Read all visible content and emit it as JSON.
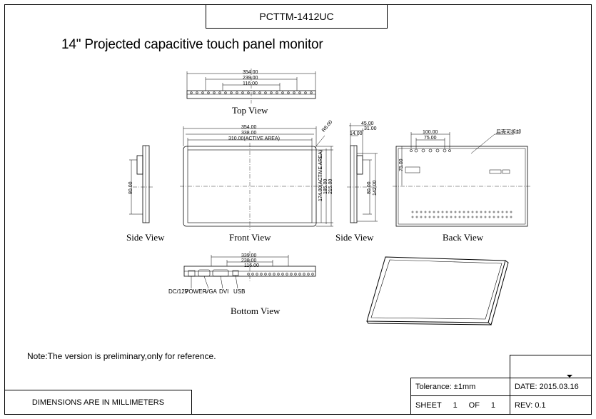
{
  "title_block": {
    "model": "PCTTM-1412UC",
    "heading": "14\" Projected capacitive touch panel monitor",
    "note": "Note:The version is preliminary,only for reference.",
    "dimensions_note": "DIMENSIONS ARE IN MILLIMETERS",
    "tolerance": "Tolerance:  ±1mm",
    "date": "DATE: 2015.03.16",
    "sheet_label": "SHEET",
    "sheet_num": "1",
    "of_label": "OF",
    "sheet_total": "1",
    "rev": "REV: 0.1"
  },
  "views": {
    "top": "Top View",
    "side_left": "Side View",
    "front": "Front View",
    "side_right": "Side View",
    "back": "Back View",
    "bottom": "Bottom View"
  },
  "ports": {
    "dc": "DC/12V",
    "power": "POWER",
    "vga": "VGA",
    "dvi": "DVI",
    "usb": "USB"
  },
  "dimensions": {
    "top_overall": "354.00",
    "top_mid": "239.00",
    "top_inner": "116.00",
    "front_overall": "354.00",
    "front_mid": "338.00",
    "front_active": "310.00(ACTIVE AREA)",
    "front_corner": "R8.00",
    "front_h_active": "174.00(ACTIVE AREA)",
    "front_h_mid": "185.00",
    "front_h_overall": "215.00",
    "side_left_h": "80.00",
    "side_r_depth": "45.00",
    "side_r_a": "31.00",
    "side_r_b": "14.00",
    "side_r_h1": "80.00",
    "side_r_h2": "142.00",
    "back_a": "100.00",
    "back_b": "75.00",
    "back_side": "75.00",
    "back_note": "后壳可拆卸",
    "bottom_overall": "339.00",
    "bottom_mid": "238.00",
    "bottom_inner": "116.00"
  }
}
